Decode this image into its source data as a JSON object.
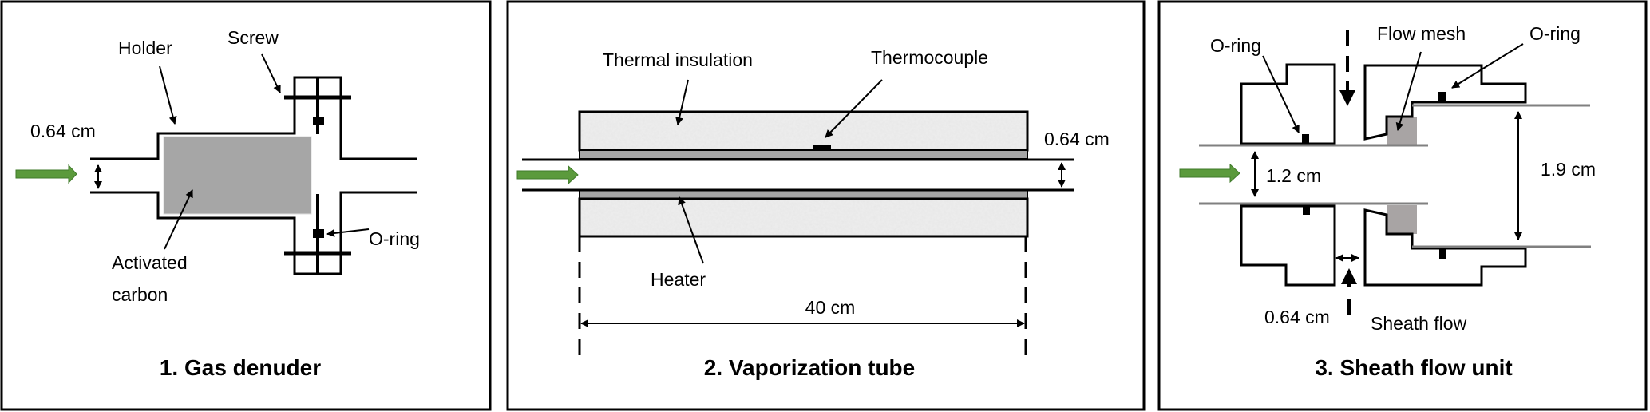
{
  "colors": {
    "flow_arrow": "#5b9a3c",
    "carbon": "#a6a6a6",
    "heater": "#a6a6a6",
    "mesh": "#a8a4a4",
    "insulation": "#e8e8e8"
  },
  "panel1": {
    "title": "1. Gas denuder",
    "labels": {
      "holder": "Holder",
      "screw": "Screw",
      "diameter": "0.64 cm",
      "oring": "O-ring",
      "activated": "Activated",
      "carbon": "carbon"
    }
  },
  "panel2": {
    "title": "2. Vaporization tube",
    "labels": {
      "insulation": "Thermal insulation",
      "thermocouple": "Thermocouple",
      "diameter": "0.64 cm",
      "heater": "Heater",
      "length": "40 cm"
    }
  },
  "panel3": {
    "title": "3. Sheath flow unit",
    "labels": {
      "oring_left": "O-ring",
      "flow_mesh": "Flow mesh",
      "oring_right": "O-ring",
      "inner_diameter": "1.2 cm",
      "outer_diameter": "1.9 cm",
      "gap": "0.64 cm",
      "sheath_flow": "Sheath flow"
    }
  }
}
